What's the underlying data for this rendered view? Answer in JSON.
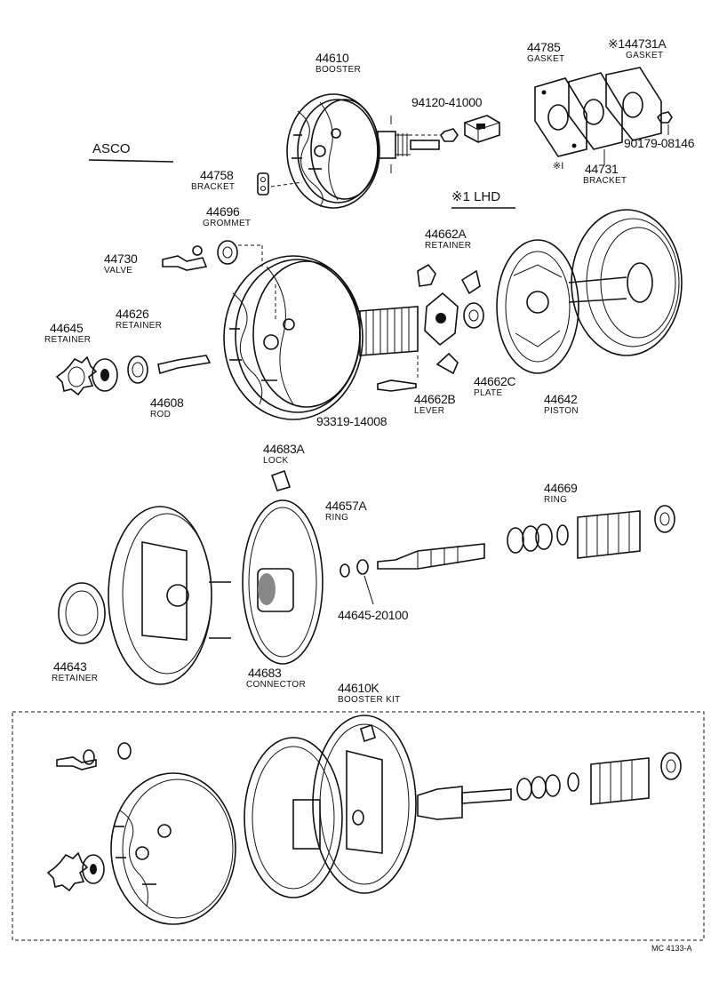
{
  "headers": {
    "asco": "ASCO",
    "lhd": "※1 LHD"
  },
  "parts": [
    {
      "id": "44610",
      "num": "44610",
      "name": "BOOSTER"
    },
    {
      "id": "94120",
      "num": "94120-41000",
      "name": ""
    },
    {
      "id": "44758",
      "num": "44758",
      "name": "BRACKET"
    },
    {
      "id": "44785",
      "num": "44785",
      "name": "GASKET"
    },
    {
      "id": "44731a",
      "num": "※144731A",
      "name": "GASKET"
    },
    {
      "id": "90179",
      "num": "90179-08146",
      "name": ""
    },
    {
      "id": "44731",
      "num": "44731",
      "name": "BRACKET"
    },
    {
      "id": "44696",
      "num": "44696",
      "name": "GROMMET"
    },
    {
      "id": "44730",
      "num": "44730",
      "name": "VALVE"
    },
    {
      "id": "44662a",
      "num": "44662A",
      "name": "RETAINER"
    },
    {
      "id": "44645",
      "num": "44645",
      "name": "RETAINER"
    },
    {
      "id": "44626",
      "num": "44626",
      "name": "RETAINER"
    },
    {
      "id": "44608",
      "num": "44608",
      "name": "ROD"
    },
    {
      "id": "93319",
      "num": "93319-14008",
      "name": ""
    },
    {
      "id": "44662b",
      "num": "44662B",
      "name": "LEVER"
    },
    {
      "id": "44662c",
      "num": "44662C",
      "name": "PLATE"
    },
    {
      "id": "44642",
      "num": "44642",
      "name": "PISTON"
    },
    {
      "id": "44683a",
      "num": "44683A",
      "name": "LOCK"
    },
    {
      "id": "44657a",
      "num": "44657A",
      "name": "RING"
    },
    {
      "id": "44669",
      "num": "44669",
      "name": "RING"
    },
    {
      "id": "44645b",
      "num": "44645-20100",
      "name": ""
    },
    {
      "id": "44643",
      "num": "44643",
      "name": "RETAINER"
    },
    {
      "id": "44683",
      "num": "44683",
      "name": "CONNECTOR"
    },
    {
      "id": "44610k",
      "num": "44610K",
      "name": "BOOSTER KIT"
    }
  ],
  "marks": {
    "star1": "※I"
  },
  "footer": "MC 4133-A"
}
